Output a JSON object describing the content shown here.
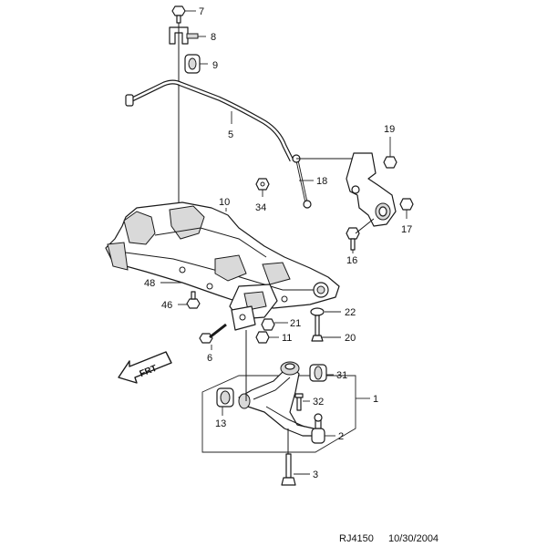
{
  "callouts": [
    {
      "id": "c7",
      "label": "7"
    },
    {
      "id": "c8",
      "label": "8"
    },
    {
      "id": "c9",
      "label": "9"
    },
    {
      "id": "c5",
      "label": "5"
    },
    {
      "id": "c19",
      "label": "19"
    },
    {
      "id": "c18",
      "label": "18"
    },
    {
      "id": "c10",
      "label": "10"
    },
    {
      "id": "c34",
      "label": "34"
    },
    {
      "id": "c17",
      "label": "17"
    },
    {
      "id": "c16",
      "label": "16"
    },
    {
      "id": "c48",
      "label": "48"
    },
    {
      "id": "c46",
      "label": "46"
    },
    {
      "id": "c22",
      "label": "22"
    },
    {
      "id": "c21",
      "label": "21"
    },
    {
      "id": "c11",
      "label": "11"
    },
    {
      "id": "c20",
      "label": "20"
    },
    {
      "id": "c6",
      "label": "6"
    },
    {
      "id": "c31",
      "label": "31"
    },
    {
      "id": "c1",
      "label": "1"
    },
    {
      "id": "c32",
      "label": "32"
    },
    {
      "id": "c13",
      "label": "13"
    },
    {
      "id": "c2",
      "label": "2"
    },
    {
      "id": "c3",
      "label": "3"
    }
  ],
  "direction_arrow": {
    "label": "FRT"
  },
  "footer": {
    "code": "RJ4150",
    "date": "10/30/2004"
  }
}
